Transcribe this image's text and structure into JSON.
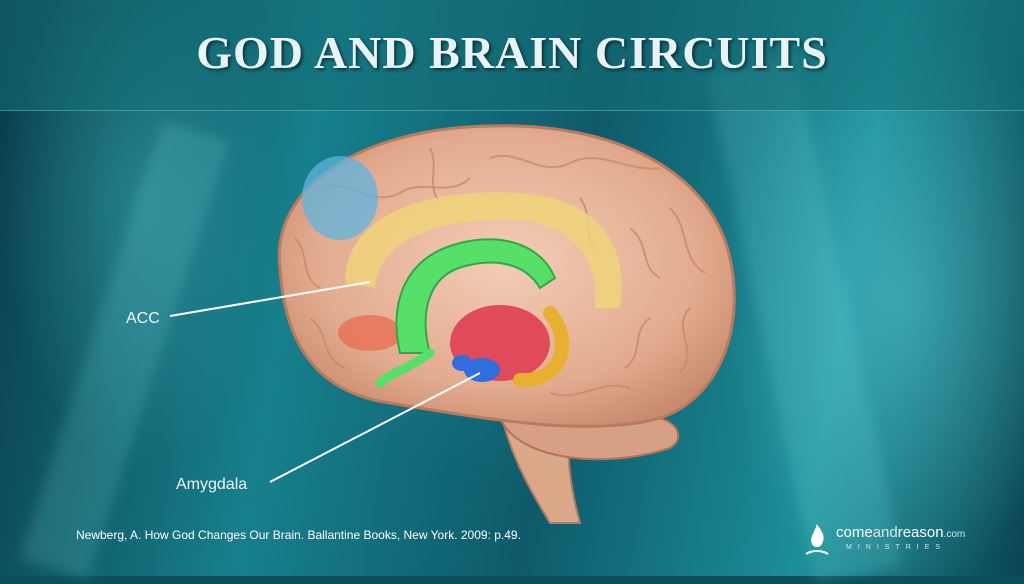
{
  "slide": {
    "title": "GOD AND BRAIN CIRCUITS"
  },
  "labels": {
    "acc": "ACC",
    "amygdala": "Amygdala"
  },
  "citation": "Newberg, A. How God Changes Our Brain. Ballantine Books, New York. 2009: p.49.",
  "logo": {
    "come": "come",
    "and": "and",
    "reason": "reason",
    "com": ".com",
    "ministries": "MINISTRIES"
  },
  "colors": {
    "title_text": "#e9f3f5",
    "brain_tissue": "#e8b9a0",
    "cingulate": "#f0d27a",
    "fornix": "#56e06a",
    "thalamus": "#e04a5a",
    "amygdala": "#2f6de0",
    "hippocampus": "#e8b030",
    "prefrontal_highlight": "#5fb4e0"
  }
}
